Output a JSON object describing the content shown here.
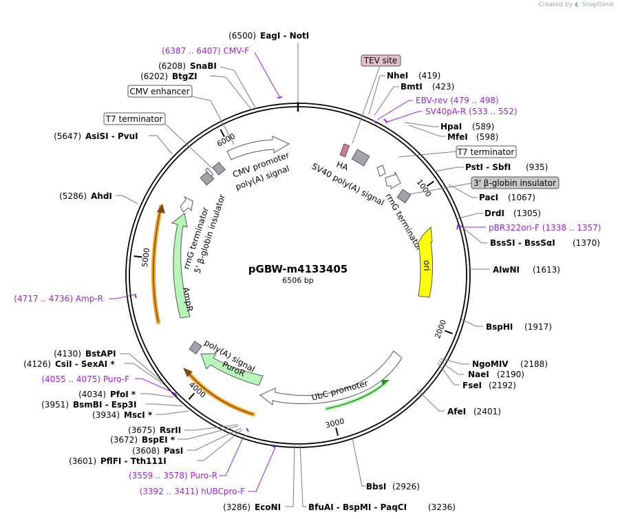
{
  "credit": {
    "prefix": "Created by",
    "brand": "SnapGene"
  },
  "plasmid": {
    "name": "pGBW-m4133405",
    "size": "6506 bp",
    "length": 6506
  },
  "ring_ticks": [
    {
      "pos": 1000,
      "label": "1000"
    },
    {
      "pos": 2000,
      "label": "2000"
    },
    {
      "pos": 3000,
      "label": "3000"
    },
    {
      "pos": 4000,
      "label": "4000"
    },
    {
      "pos": 5000,
      "label": "5000"
    },
    {
      "pos": 6000,
      "label": "6000"
    }
  ],
  "sites": [
    {
      "id": "eagi",
      "pos": "(6500)",
      "names": "EagI - NotI"
    },
    {
      "id": "snabi",
      "pos": "(6208)",
      "names": "SnaBI"
    },
    {
      "id": "btgzi",
      "pos": "(6202)",
      "names": "BtgZI"
    },
    {
      "id": "asisi",
      "pos": "(5647)",
      "names": "AsiSI - PvuI"
    },
    {
      "id": "ahdi",
      "pos": "(5286)",
      "names": "AhdI"
    },
    {
      "id": "bstapi",
      "pos": "(4130)",
      "names": "BstAPI"
    },
    {
      "id": "csii",
      "pos": "(4126)",
      "names": "CsiI - SexAI *"
    },
    {
      "id": "pfoi",
      "pos": "(4034)",
      "names": "PfoI *"
    },
    {
      "id": "bsmbi",
      "pos": "(3951)",
      "names": "BsmBI - Esp3I"
    },
    {
      "id": "msci",
      "pos": "(3934)",
      "names": "MscI *"
    },
    {
      "id": "rsrii",
      "pos": "(3675)",
      "names": "RsrII"
    },
    {
      "id": "bspei",
      "pos": "(3672)",
      "names": "BspEI *"
    },
    {
      "id": "pasi",
      "pos": "(3608)",
      "names": "PasI"
    },
    {
      "id": "pflfi",
      "pos": "(3601)",
      "names": "PflFI - Tth111I"
    },
    {
      "id": "econi",
      "pos": "(3286)",
      "names": "EcoNI"
    },
    {
      "id": "bfuai",
      "pos": "(3236)",
      "names": "BfuAI - BspMI - PaqCI"
    },
    {
      "id": "bbsi",
      "pos": "(2926)",
      "names": "BbsI"
    },
    {
      "id": "afei",
      "pos": "(2401)",
      "names": "AfeI"
    },
    {
      "id": "fsei",
      "pos": "(2192)",
      "names": "FseI"
    },
    {
      "id": "naei",
      "pos": "(2190)",
      "names": "NaeI"
    },
    {
      "id": "ngomiv",
      "pos": "(2188)",
      "names": "NgoMIV"
    },
    {
      "id": "bsphi",
      "pos": "(1917)",
      "names": "BspHI"
    },
    {
      "id": "alwni",
      "pos": "(1613)",
      "names": "AlwNI"
    },
    {
      "id": "bsssi",
      "pos": "(1370)",
      "names": "BssSI - BssSαI"
    },
    {
      "id": "drdi",
      "pos": "(1305)",
      "names": "DrdI"
    },
    {
      "id": "paci",
      "pos": "(1067)",
      "names": "PacI"
    },
    {
      "id": "psti",
      "pos": "(935)",
      "names": "PstI - SbfI"
    },
    {
      "id": "mfei",
      "pos": "(598)",
      "names": "MfeI"
    },
    {
      "id": "hpai",
      "pos": "(589)",
      "names": "HpaI"
    },
    {
      "id": "bmti",
      "pos": "(423)",
      "names": "BmtI"
    },
    {
      "id": "nhei",
      "pos": "(419)",
      "names": "NheI"
    }
  ],
  "primers": [
    {
      "id": "cmvf",
      "text": "(6387 .. 6407)  CMV-F"
    },
    {
      "id": "ebvrev",
      "text": "EBV-rev  (479 .. 498)"
    },
    {
      "id": "sv40par",
      "text": "SV40pA-R  (533 .. 552)"
    },
    {
      "id": "pbr322",
      "text": "pBR322ori-F  (1338 .. 1357)"
    },
    {
      "id": "ampr",
      "text": "(4717 .. 4736)  Amp-R"
    },
    {
      "id": "purof",
      "text": "(4055 .. 4075)  Puro-F"
    },
    {
      "id": "puror",
      "text": "(3559 .. 3578)  Puro-R"
    },
    {
      "id": "hubc",
      "text": "(3392 .. 3411)  hUBCpro-F"
    }
  ],
  "boxed_labels": [
    {
      "id": "tev",
      "text": "TEV site",
      "fill": "#e4c0cc"
    },
    {
      "id": "cmvenh",
      "text": "CMV enhancer",
      "fill": "#ffffff"
    },
    {
      "id": "t7left",
      "text": "T7 terminator",
      "fill": "#ffffff"
    },
    {
      "id": "t7right",
      "text": "T7 terminator",
      "fill": "#ffffff"
    },
    {
      "id": "globin3",
      "text": "3' β-globin insulator",
      "fill": "#c8c8c8"
    }
  ],
  "features": {
    "cmv_promoter": "CMV promoter",
    "polya_top": "poly(A) signal",
    "ha": "HA",
    "sv40": "SV40 poly(A) signal",
    "rrng_right": "rrnG terminator",
    "ori": "ori",
    "rrng_left": "rrnG terminator",
    "globin5": "5' β-globin insulator",
    "ampr": "AmpR",
    "polya_bottom": "poly(A) signal",
    "puror": "PuroR",
    "ubc": "UbC promoter"
  },
  "colors": {
    "primer": "#a020e0",
    "ori": "#ffff00",
    "marker": "#b8f5b8",
    "promoter_arrow": "#2a8a2a",
    "orange_arrow": "#f5a623",
    "gray_box": "#a0a4aa"
  }
}
